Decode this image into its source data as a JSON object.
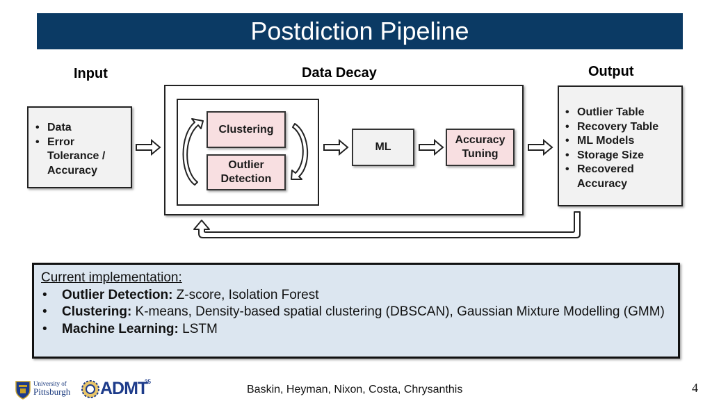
{
  "title": "Postdiction Pipeline",
  "columns": {
    "input": "Input",
    "data_decay": "Data Decay",
    "output": "Output"
  },
  "input_items": [
    "Data",
    "Error Tolerance / Accuracy"
  ],
  "stages": {
    "clustering": "Clustering",
    "outlier_detection": "Outlier Detection",
    "ml": "ML",
    "accuracy_tuning": "Accuracy Tuning"
  },
  "output_items": [
    "Outlier Table",
    "Recovery Table",
    "ML Models",
    "Storage Size",
    "Recovered Accuracy"
  ],
  "implementation": {
    "heading": "Current implementation:",
    "items": [
      {
        "label": "Outlier Detection:",
        "text": " Z-score, Isolation Forest"
      },
      {
        "label": "Clustering:",
        "text": " K-means, Density-based spatial clustering (DBSCAN), Gaussian Mixture Modelling (GMM)"
      },
      {
        "label": "Machine Learning:",
        "text": " LSTM"
      }
    ]
  },
  "footer": {
    "authors": "Baskin, Heyman, Nixon, Costa, Chrysanthis",
    "page_number": "4"
  },
  "logos": {
    "pitt_line1": "University of",
    "pitt_line2": "Pittsburgh",
    "admt": "ADMT",
    "admt_superscript": "25"
  },
  "colors": {
    "title_bar": "#0b3a64",
    "stage_pink": "#f8dfe1",
    "panel_grey": "#f2f2f2",
    "implementation_bg": "#dce6f0"
  }
}
